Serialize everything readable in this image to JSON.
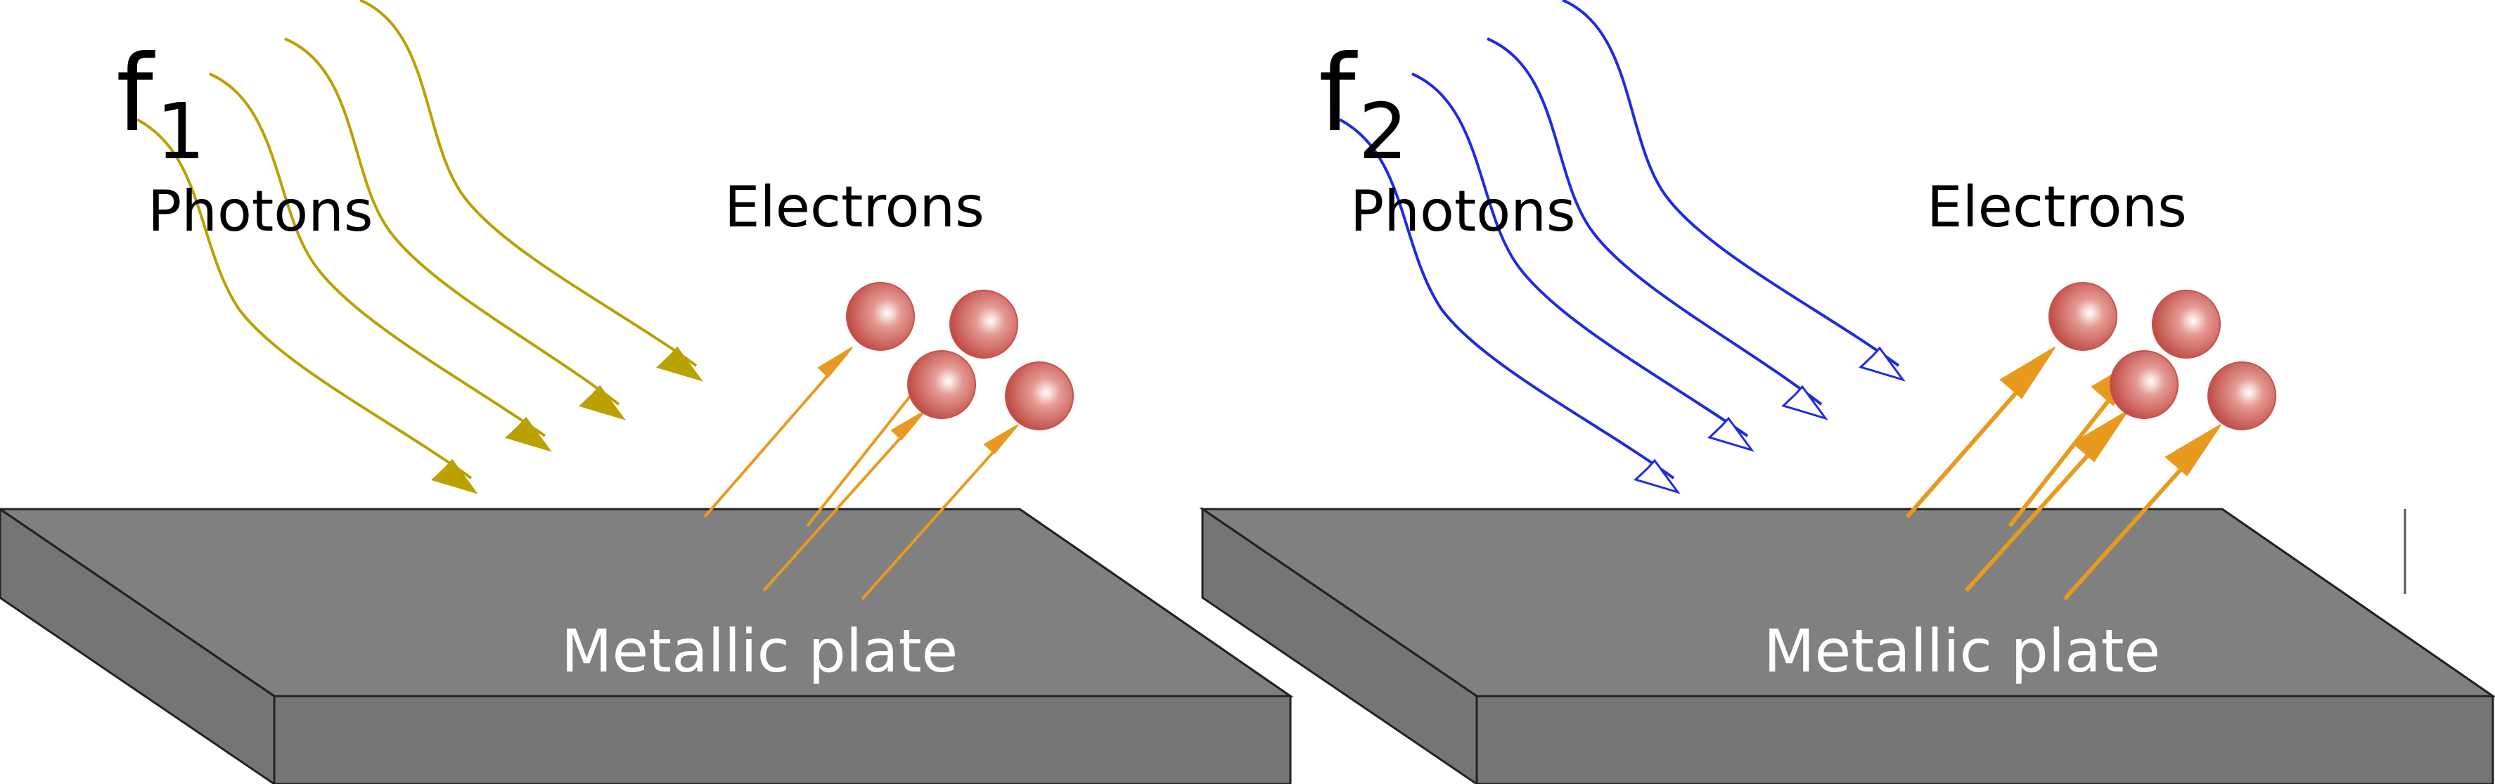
{
  "panels": [
    {
      "freq_symbol": "f",
      "freq_subscript": "1",
      "photons_label": "Photons",
      "electrons_label": "Electrons",
      "plate_label": "Metallic plate",
      "wave_color": "#b8a100",
      "wave_style": "filled"
    },
    {
      "freq_symbol": "f",
      "freq_subscript": "2",
      "photons_label": "Photons",
      "electrons_label": "Electrons",
      "plate_label": "Metallic plate",
      "wave_color": "#1f2be0",
      "wave_style": "open"
    }
  ],
  "colors": {
    "plate_top": "#808080",
    "plate_side": "#757575",
    "plate_edge": "#222222",
    "electron": "#c8504a",
    "electron_arrow": "#e89a1e"
  }
}
